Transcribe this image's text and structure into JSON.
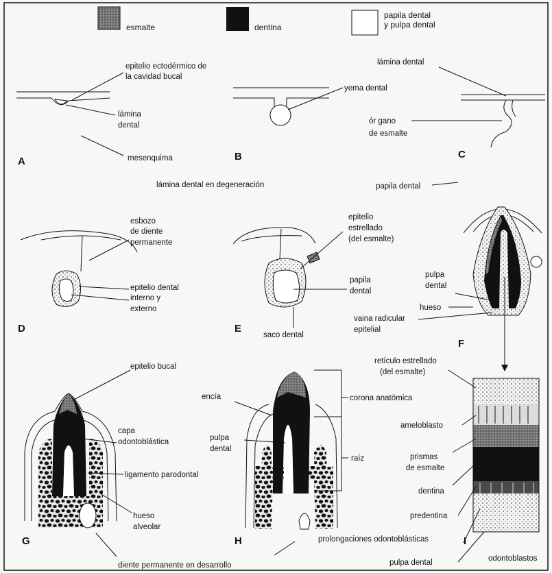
{
  "legend": {
    "esmalte": "esmalte",
    "dentina": "dentina",
    "papila_line1": "papila dental",
    "papila_line2": "y pulpa dental",
    "colors": {
      "esmalte": "#6a6a6a",
      "dentina": "#111111",
      "papila": "#ffffff"
    }
  },
  "panels": {
    "A": {
      "letter": "A",
      "epitelio_line1": "epitelio ectodérmico de",
      "epitelio_line2": "la cavidad bucal",
      "lamina_line1": "lámina",
      "lamina_line2": "dental",
      "mesenquima": "mesenquima"
    },
    "B": {
      "letter": "B",
      "yema": "yema dental"
    },
    "C": {
      "letter": "C",
      "lamina": "lámina dental",
      "organo_line1": "ór gano",
      "organo_line2": "de esmalte"
    },
    "mid": {
      "degeneracion": "lámina dental en degeneración",
      "papila": "papila dental"
    },
    "D": {
      "letter": "D",
      "esbozo_line1": "esbozo",
      "esbozo_line2": "de diente",
      "esbozo_line3": "permanente",
      "epitelio_line1": "epitelio dental",
      "epitelio_line2": "interno y",
      "epitelio_line3": "externo"
    },
    "E": {
      "letter": "E",
      "estrellado_line1": "epitelio",
      "estrellado_line2": "estrellado",
      "estrellado_line3": "(del esmalte)",
      "papila_line1": "papila",
      "papila_line2": "dental",
      "saco": "saco dental"
    },
    "F": {
      "letter": "F",
      "pulpa_line1": "pulpa",
      "pulpa_line2": "dental",
      "hueso": "hueso",
      "vaina_line1": "vaina radicular",
      "vaina_line2": "epitelial"
    },
    "G": {
      "letter": "G",
      "epitelio": "epitelio bucal",
      "capa_line1": "capa",
      "capa_line2": "odontoblástica",
      "ligamento": "ligamento parodontal",
      "hueso_line1": "hueso",
      "hueso_line2": "alveolar",
      "diente": "diente permanente en desarrollo"
    },
    "H": {
      "letter": "H",
      "encia": "encía",
      "corona": "corona anatómica",
      "pulpa_line1": "pulpa",
      "pulpa_line2": "dental",
      "raiz": "raíz"
    },
    "I": {
      "letter": "I",
      "reticulo_line1": "retículo estrellado",
      "reticulo_line2": "(del esmalte)",
      "ameloblasto": "ameloblasto",
      "prismas_line1": "prismas",
      "prismas_line2": "de esmalte",
      "dentina": "dentina",
      "predentina": "predentina",
      "prolongaciones": "prolongaciones odontoblásticas",
      "odontoblastos": "odontoblastos",
      "pulpa": "pulpa dental"
    }
  }
}
